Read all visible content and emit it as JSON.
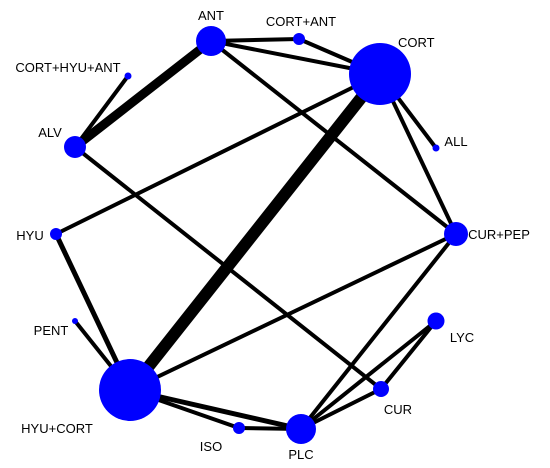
{
  "colors": {
    "node": "#0000ff",
    "edge": "#000000",
    "label": "#000000",
    "background": "#ffffff"
  },
  "nodes": [
    {
      "id": "ANT",
      "label": "ANT",
      "size": 30
    },
    {
      "id": "CORT+ANT",
      "label": "CORT+ANT",
      "size": 12
    },
    {
      "id": "CORT",
      "label": "CORT",
      "size": 62
    },
    {
      "id": "CORT+HYU+ANT",
      "label": "CORT+HYU+ANT",
      "size": 7
    },
    {
      "id": "ALV",
      "label": "ALV",
      "size": 22
    },
    {
      "id": "ALL",
      "label": "ALL",
      "size": 7
    },
    {
      "id": "HYU",
      "label": "HYU",
      "size": 12
    },
    {
      "id": "CUR+PEP",
      "label": "CUR+PEP",
      "size": 24
    },
    {
      "id": "LYC",
      "label": "LYC",
      "size": 17
    },
    {
      "id": "PENT",
      "label": "PENT",
      "size": 6
    },
    {
      "id": "HYU+CORT",
      "label": "HYU+CORT",
      "size": 62
    },
    {
      "id": "CUR",
      "label": "CUR",
      "size": 16
    },
    {
      "id": "ISO",
      "label": "ISO",
      "size": 12
    },
    {
      "id": "PLC",
      "label": "PLC",
      "size": 30
    }
  ],
  "edges": [
    {
      "from": "ANT",
      "to": "ALV",
      "weight": 9
    },
    {
      "from": "ANT",
      "to": "CORT+ANT",
      "weight": 4
    },
    {
      "from": "ANT",
      "to": "CORT",
      "weight": 4
    },
    {
      "from": "CORT+ANT",
      "to": "CORT",
      "weight": 4
    },
    {
      "from": "ANT",
      "to": "CUR+PEP",
      "weight": 4
    },
    {
      "from": "CORT+HYU+ANT",
      "to": "ALV",
      "weight": 4
    },
    {
      "from": "CORT",
      "to": "ALL",
      "weight": 4
    },
    {
      "from": "CORT",
      "to": "HYU",
      "weight": 4
    },
    {
      "from": "CORT",
      "to": "HYU+CORT",
      "weight": 12
    },
    {
      "from": "CORT",
      "to": "CUR+PEP",
      "weight": 4
    },
    {
      "from": "ALV",
      "to": "CUR",
      "weight": 4
    },
    {
      "from": "HYU",
      "to": "HYU+CORT",
      "weight": 5
    },
    {
      "from": "PENT",
      "to": "HYU+CORT",
      "weight": 4
    },
    {
      "from": "HYU+CORT",
      "to": "CUR+PEP",
      "weight": 4
    },
    {
      "from": "HYU+CORT",
      "to": "ISO",
      "weight": 4
    },
    {
      "from": "HYU+CORT",
      "to": "PLC",
      "weight": 5
    },
    {
      "from": "ISO",
      "to": "PLC",
      "weight": 4
    },
    {
      "from": "PLC",
      "to": "CUR+PEP",
      "weight": 4
    },
    {
      "from": "PLC",
      "to": "LYC",
      "weight": 4
    },
    {
      "from": "PLC",
      "to": "CUR",
      "weight": 4
    },
    {
      "from": "CUR",
      "to": "LYC",
      "weight": 4
    }
  ]
}
